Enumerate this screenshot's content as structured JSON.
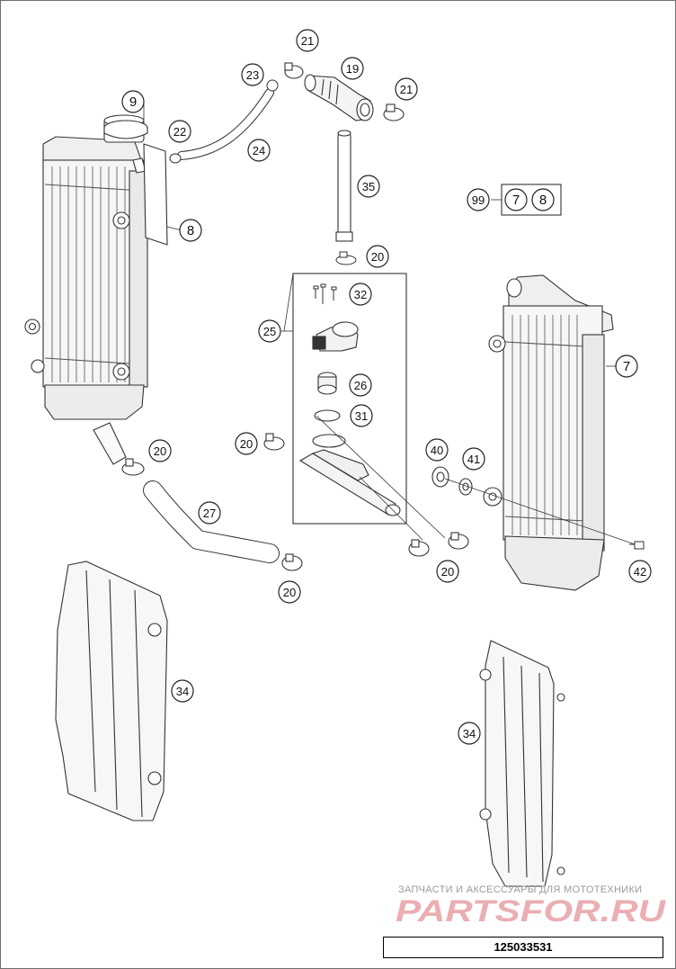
{
  "diagram_number": "125033531",
  "watermark": {
    "text": "ЗАПЧАСТИ И АКСЕССУАРЫ ДЛЯ МОТОТЕХНИКИ",
    "logo_text": "PARTSFOR.RU"
  },
  "callouts": [
    {
      "id": "c21a",
      "label": "21"
    },
    {
      "id": "c23",
      "label": "23"
    },
    {
      "id": "c19",
      "label": "19"
    },
    {
      "id": "c21b",
      "label": "21"
    },
    {
      "id": "c9",
      "label": "9"
    },
    {
      "id": "c22",
      "label": "22"
    },
    {
      "id": "c24",
      "label": "24"
    },
    {
      "id": "c35",
      "label": "35"
    },
    {
      "id": "c8",
      "label": "8"
    },
    {
      "id": "c99",
      "label": "99"
    },
    {
      "id": "c7k",
      "label": "7"
    },
    {
      "id": "c8k",
      "label": "8"
    },
    {
      "id": "c20a",
      "label": "20"
    },
    {
      "id": "c32",
      "label": "32"
    },
    {
      "id": "c25",
      "label": "25"
    },
    {
      "id": "c7",
      "label": "7"
    },
    {
      "id": "c26",
      "label": "26"
    },
    {
      "id": "c31",
      "label": "31"
    },
    {
      "id": "c20b",
      "label": "20"
    },
    {
      "id": "c20c",
      "label": "20"
    },
    {
      "id": "c40",
      "label": "40"
    },
    {
      "id": "c41",
      "label": "41"
    },
    {
      "id": "c27",
      "label": "27"
    },
    {
      "id": "c20d",
      "label": "20"
    },
    {
      "id": "c42",
      "label": "42"
    },
    {
      "id": "c20e",
      "label": "20"
    },
    {
      "id": "c34a",
      "label": "34"
    },
    {
      "id": "c34b",
      "label": "34"
    }
  ]
}
